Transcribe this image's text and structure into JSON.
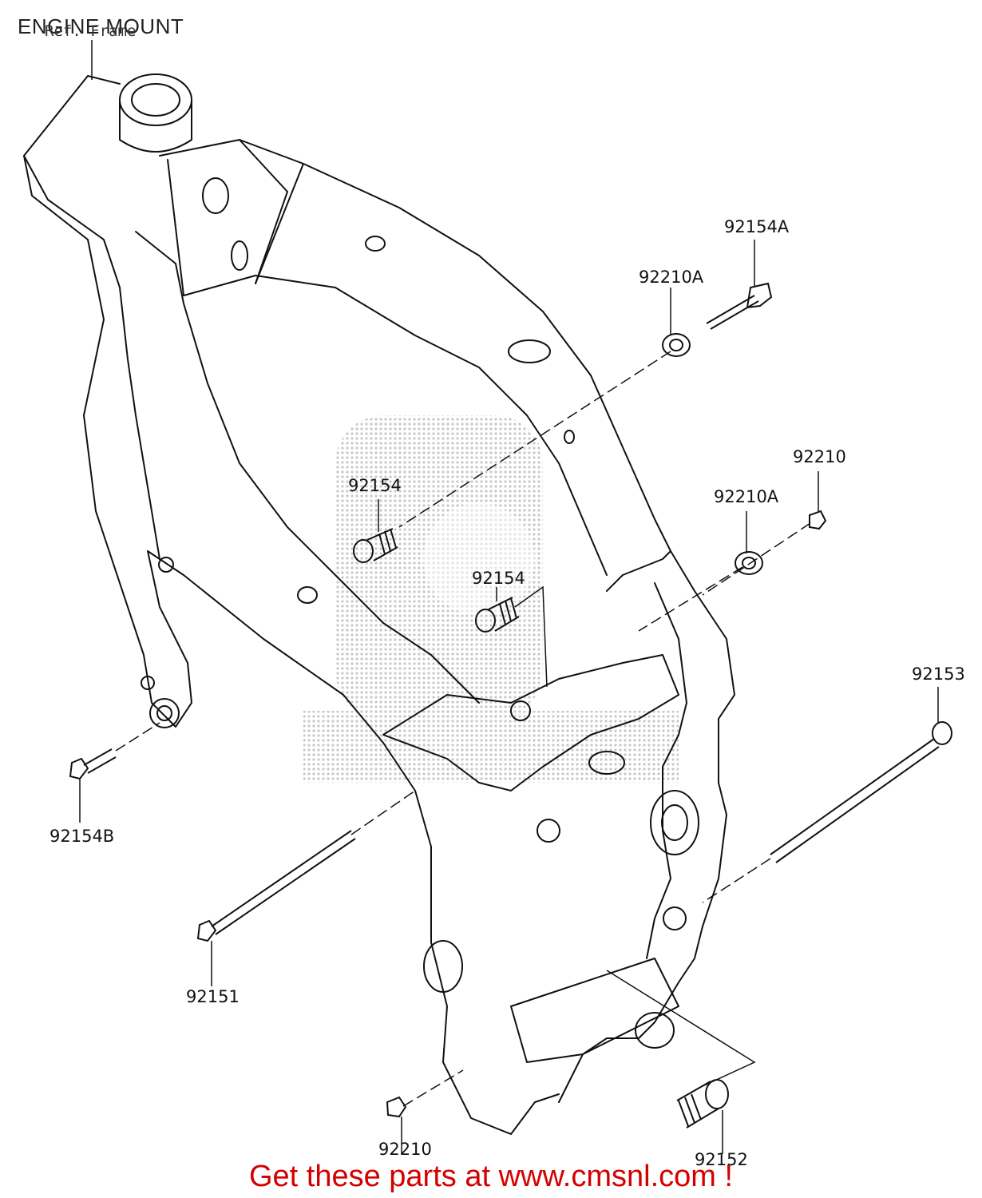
{
  "title": "ENGINE MOUNT",
  "reference_label": "Ref. Frame",
  "footer_text": "Get these parts at www.cmsnl.com !",
  "colors": {
    "line": "#111111",
    "footer": "#d40000",
    "watermark": "#bdbdbd"
  },
  "callouts": {
    "c92154A": "92154A",
    "c92210A_top": "92210A",
    "c92210": "92210",
    "c92210A_mid": "92210A",
    "c92154_left": "92154",
    "c92154_mid": "92154",
    "c92153": "92153",
    "c92154B": "92154B",
    "c92151": "92151",
    "c92210_bottom": "92210",
    "c92152": "92152"
  }
}
